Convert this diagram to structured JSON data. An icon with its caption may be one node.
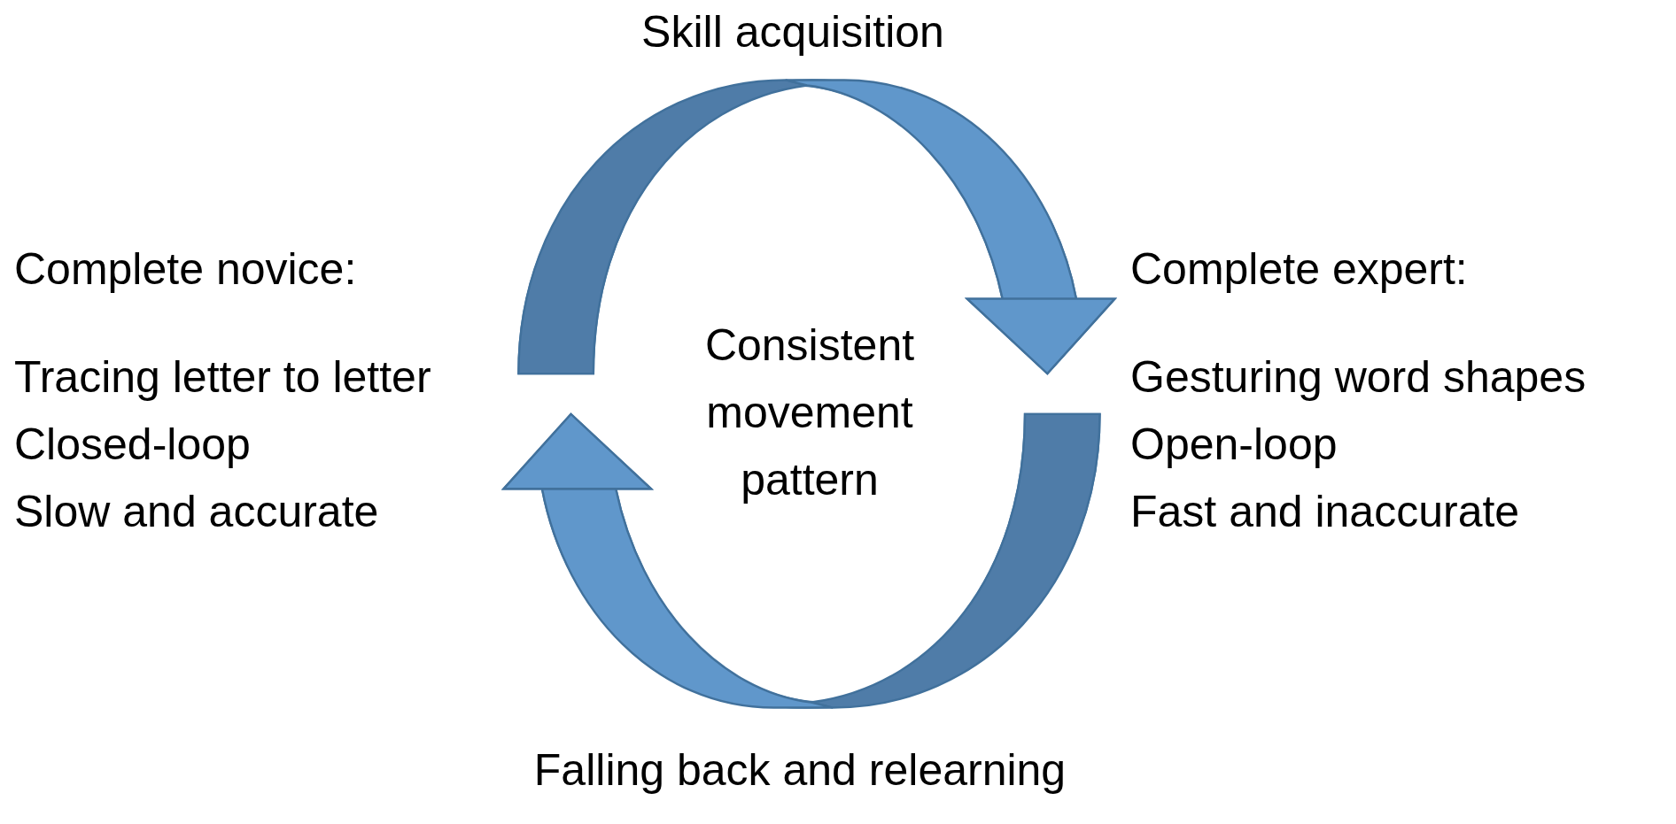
{
  "diagram": {
    "nodes": [
      {
        "text": [
          "Complete novice:",
          "Tracing letter to letter",
          "Closed-loop",
          "Slow and accurate"
        ]
      },
      {
        "text": [
          "Complete expert:",
          "Gesturing word shapes",
          "Open-loop",
          "Fast and inaccurate"
        ]
      },
      {
        "text": [
          "Consistent movement pattern"
        ]
      }
    ],
    "edges": [
      {
        "from": 0,
        "to": 1,
        "arrow": "to",
        "label": "Skill acquisition",
        "style": "thick"
      },
      {
        "from": 1,
        "to": 0,
        "arrow": "to",
        "label": "Falling back and relearning",
        "style": "thick"
      }
    ]
  }
}
